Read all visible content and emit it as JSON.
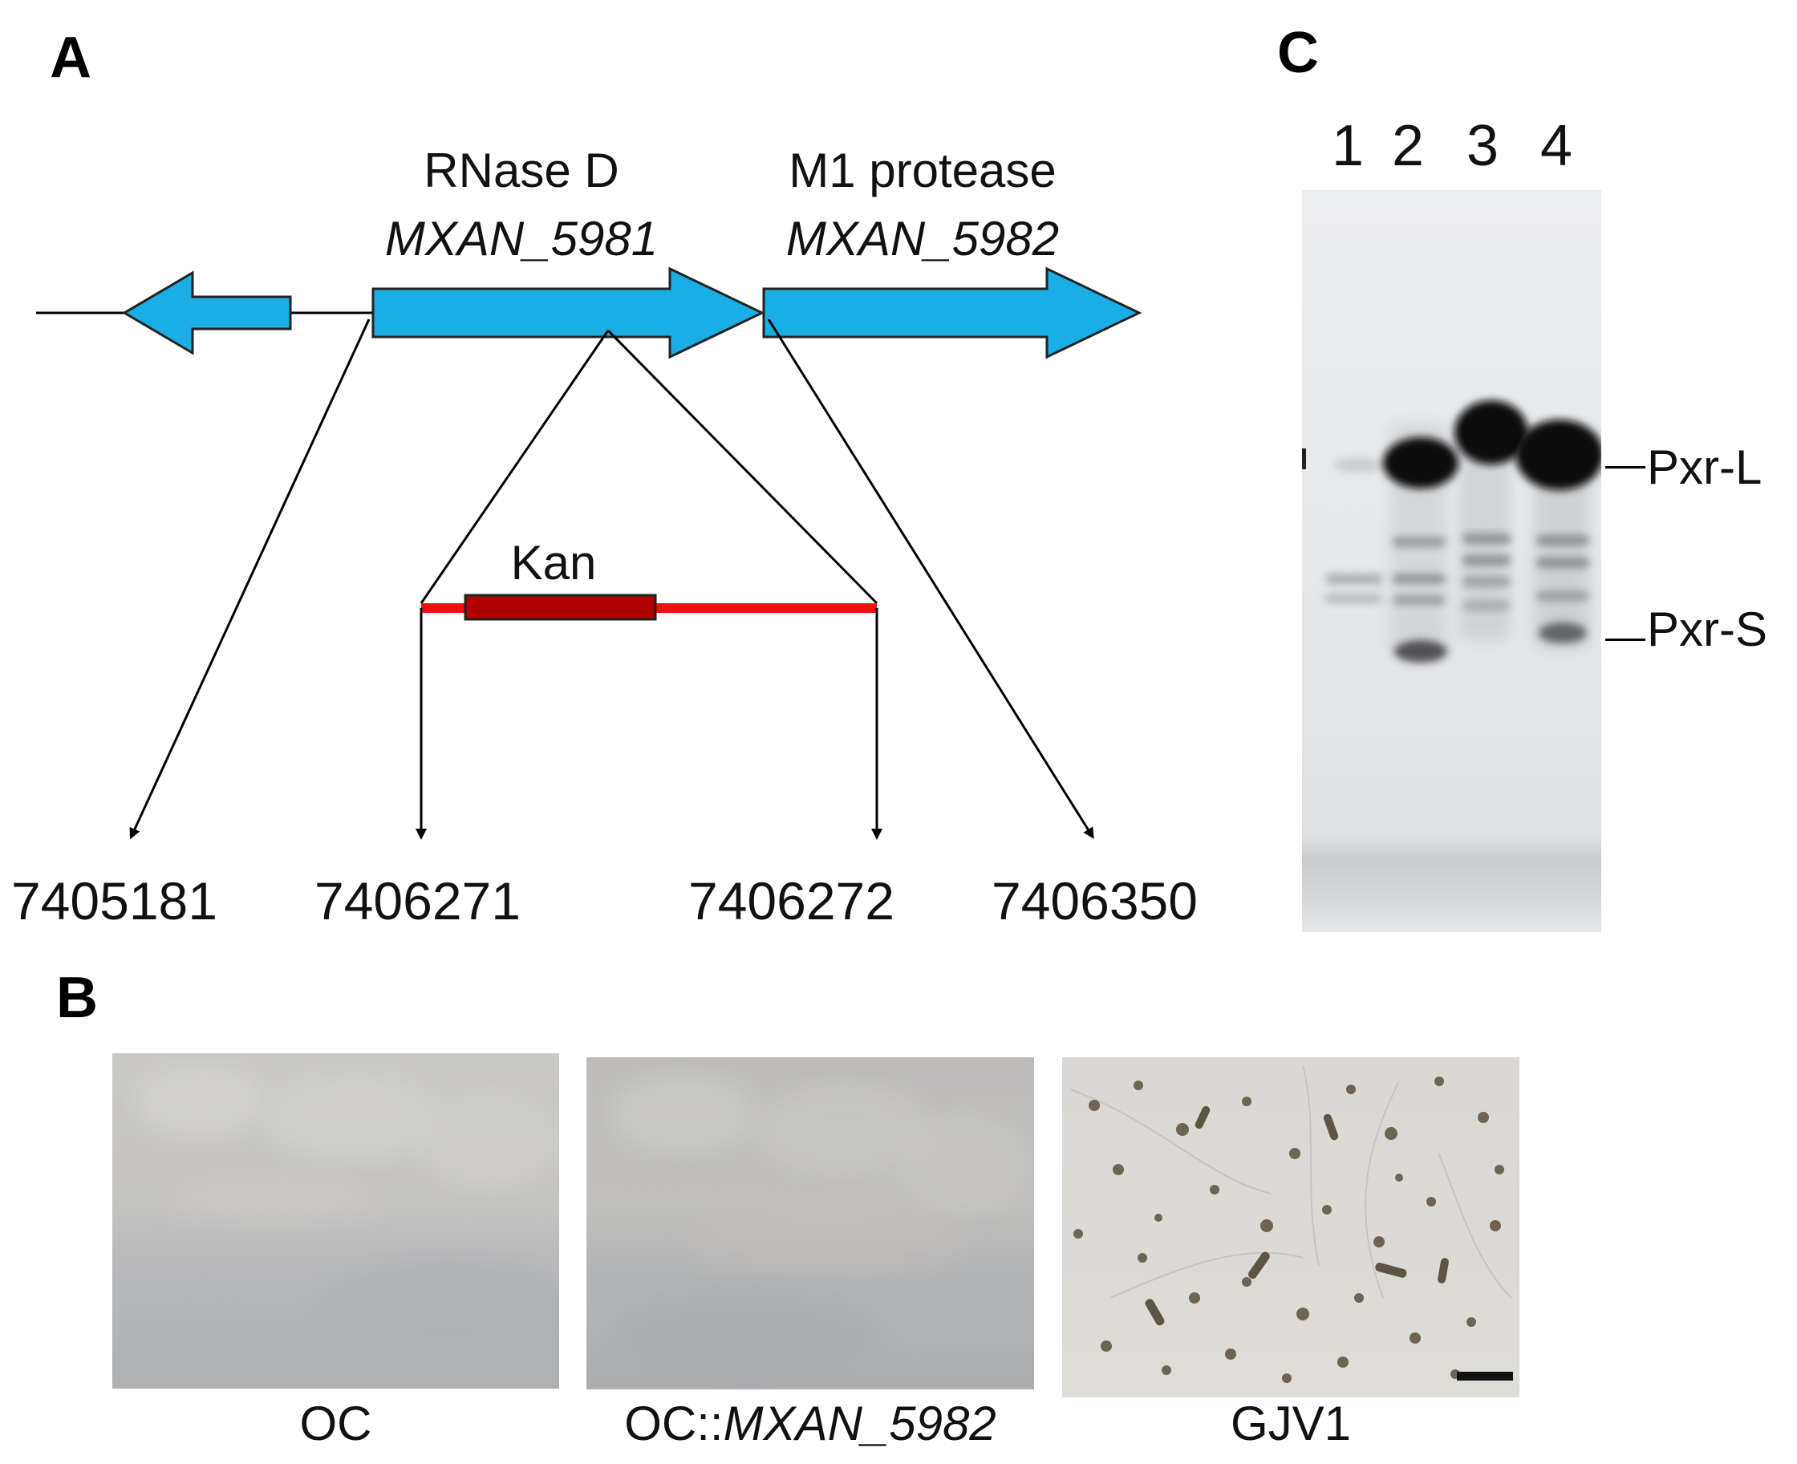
{
  "panels": {
    "a": {
      "letter": "A"
    },
    "b": {
      "letter": "B"
    },
    "c": {
      "letter": "C"
    }
  },
  "genes": {
    "rnase_name": "RNase D",
    "rnase_locus": "MXAN_5981",
    "m1_name": "M1 protease",
    "m1_locus": "MXAN_5982",
    "cassette": "Kan"
  },
  "coordinates": [
    "7405181",
    "7406271",
    "7406272",
    "7406350"
  ],
  "blot": {
    "lanes": [
      "1",
      "2",
      "3",
      "4"
    ],
    "band_long": "Pxr-L",
    "band_short": "Pxr-S"
  },
  "photos": {
    "oc": "OC",
    "complement_prefix": "OC::",
    "complement_locus": "MXAN_5982",
    "gjv1": "GJV1"
  },
  "colors": {
    "gene_arrow": "#1aaee5",
    "insert_line": "#ee1111",
    "kan_cassette": "#b00000"
  }
}
